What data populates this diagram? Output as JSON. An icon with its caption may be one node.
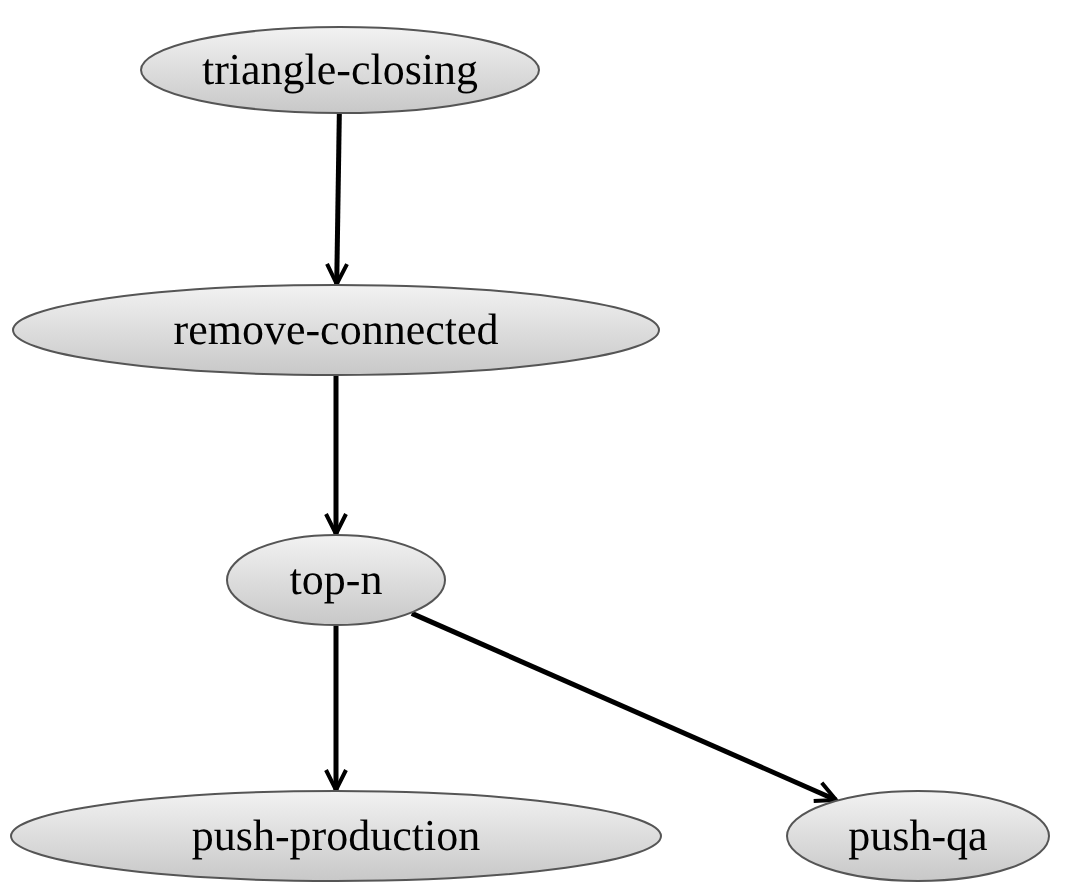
{
  "diagram": {
    "nodes": [
      {
        "text": [
          "triangle-closing"
        ]
      },
      {
        "text": [
          "remove-connected"
        ]
      },
      {
        "text": [
          "top-n"
        ]
      },
      {
        "text": [
          "push-production"
        ]
      },
      {
        "text": [
          "push-qa"
        ]
      }
    ],
    "edges": [
      {
        "from": 0,
        "to": 1,
        "arrow": "to"
      },
      {
        "from": 1,
        "to": 2,
        "arrow": "to"
      },
      {
        "from": 2,
        "to": 3,
        "arrow": "to"
      },
      {
        "from": 2,
        "to": 4,
        "arrow": "to"
      }
    ]
  }
}
